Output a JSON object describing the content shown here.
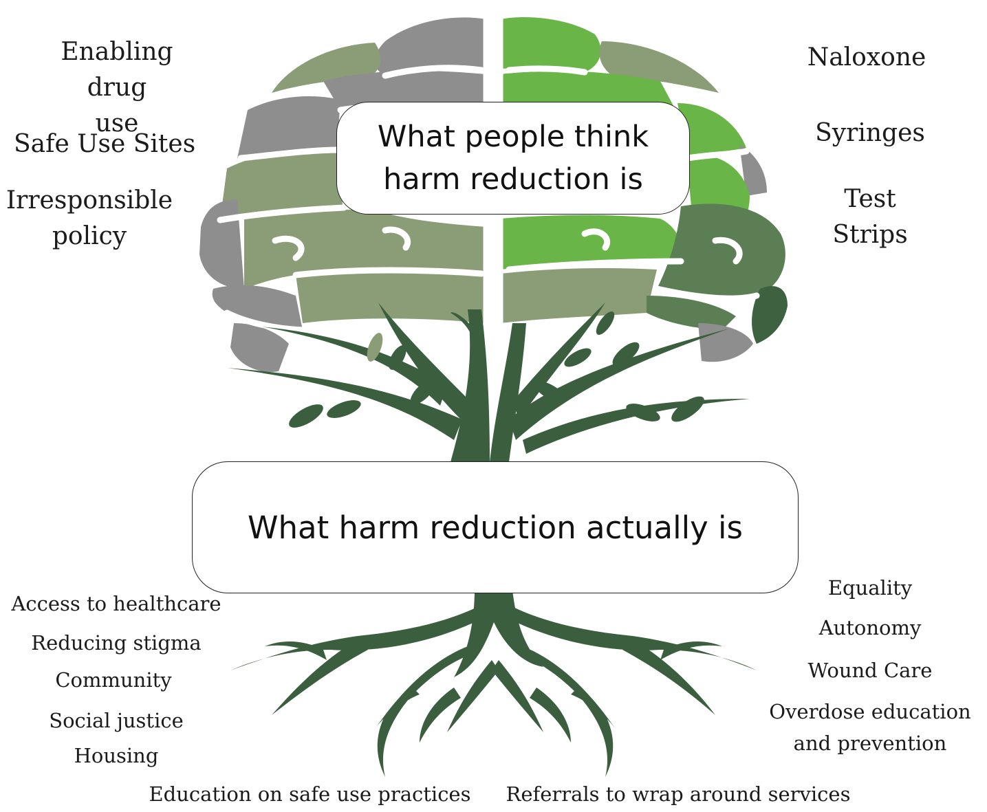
{
  "top_box": {
    "text": "What people think\nharm reduction is"
  },
  "bottom_box": {
    "text": "What harm reduction actually is"
  },
  "perceptions_left": [
    "Enabling drug\nuse",
    "Safe Use Sites",
    "Irresponsible\npolicy"
  ],
  "perceptions_right": [
    "Naloxone",
    "Syringes",
    "Test\nStrips"
  ],
  "realities_left": [
    "Access to healthcare",
    "Reducing stigma",
    "Community",
    "Social justice",
    "Housing"
  ],
  "realities_right": [
    "Equality",
    "Autonomy",
    "Wound Care",
    "Overdose education\nand prevention"
  ],
  "realities_bottom": [
    "Education on safe use practices",
    "Referrals to wrap around services"
  ],
  "colors": {
    "trunk": "#3b5e3e",
    "grey": "#8e8e8e",
    "sage": "#8b9d77",
    "bright_green": "#6ab547",
    "mid_green": "#5c7e55",
    "dark_green": "#3e6140"
  }
}
